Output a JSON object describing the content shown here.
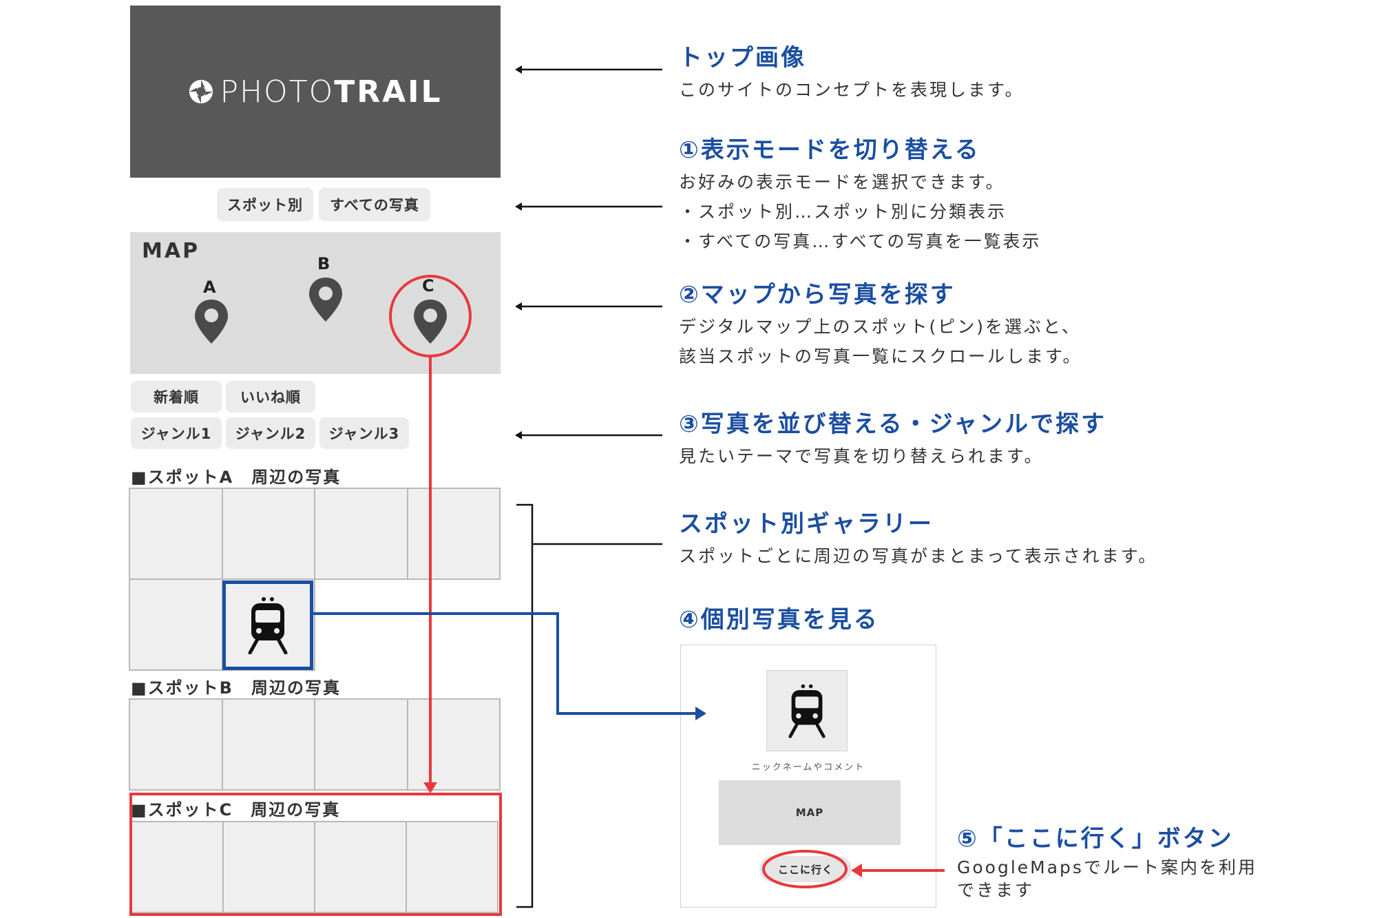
{
  "hero": {
    "logo_light": "PHOTO",
    "logo_bold": "TRAIL"
  },
  "mode_buttons": [
    "スポット別",
    "すべての写真"
  ],
  "map": {
    "title": "MAP",
    "pins": [
      {
        "label": "A"
      },
      {
        "label": "B"
      },
      {
        "label": "C",
        "highlighted": true
      }
    ]
  },
  "sort_buttons": [
    "新着順",
    "いいね順"
  ],
  "genre_buttons": [
    "ジャンル1",
    "ジャンル2",
    "ジャンル3"
  ],
  "sections": [
    {
      "title": "■スポットA　周辺の写真"
    },
    {
      "title": "■スポットB　周辺の写真"
    },
    {
      "title": "■スポットC　周辺の写真"
    }
  ],
  "annotations": [
    {
      "title": "トップ画像",
      "lines": [
        "このサイトのコンセプトを表現します。"
      ]
    },
    {
      "title": "①表示モードを切り替える",
      "lines": [
        "お好みの表示モードを選択できます。",
        "・スポット別…スポット別に分類表示",
        "・すべての写真…すべての写真を一覧表示"
      ]
    },
    {
      "title": "②マップから写真を探す",
      "lines": [
        "デジタルマップ上のスポット(ピン)を選ぶと、",
        "該当スポットの写真一覧にスクロールします。"
      ]
    },
    {
      "title": "③写真を並び替える・ジャンルで探す",
      "lines": [
        "見たいテーマで写真を切り替えられます。"
      ]
    },
    {
      "title": "スポット別ギャラリー",
      "lines": [
        "スポットごとに周辺の写真がまとまって表示されます。"
      ]
    },
    {
      "title": "④個別写真を見る",
      "lines": []
    },
    {
      "title": "⑤「ここに行く」ボタン",
      "lines": [
        "GoogleMapsでルート案内を利用",
        "できます"
      ]
    }
  ],
  "detail_card": {
    "caption": "ニックネームやコメント",
    "map_label": "MAP",
    "go_button": "ここに行く"
  },
  "colors": {
    "annotation_blue": "#1a4ea1",
    "highlight_red": "#e8383d",
    "hero_gray": "#585858",
    "map_gray": "#dcdcdc"
  },
  "icons": [
    "camera-aperture-icon",
    "map-pin-icon",
    "train-icon"
  ]
}
